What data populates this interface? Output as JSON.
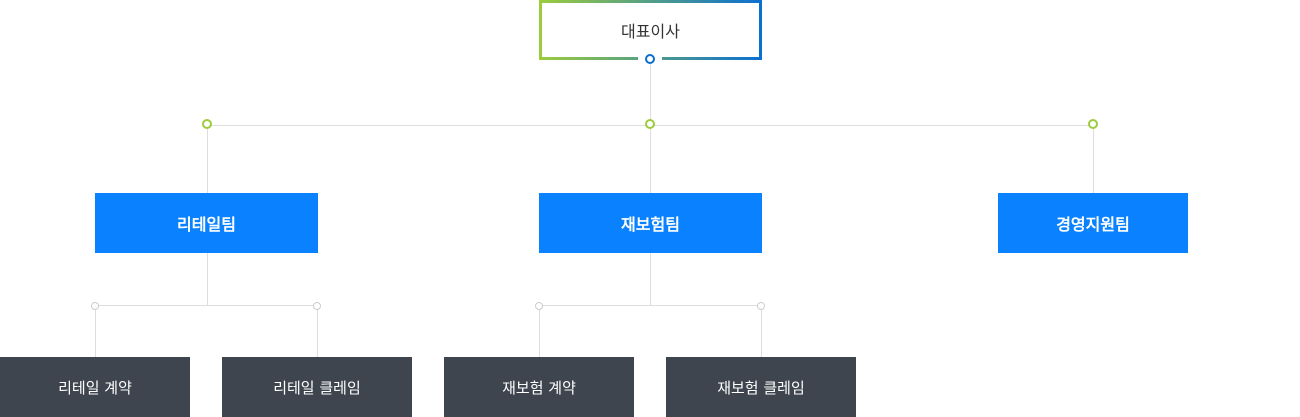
{
  "colors": {
    "ceo_border_start": "#9ccc3c",
    "ceo_border_end": "#0a6fd3",
    "connector_dot": "#9ccc3c",
    "team_box": "#0a82ff",
    "sub_box": "#3e454f",
    "lines": "#dddddd"
  },
  "ceo": {
    "label": "대표이사"
  },
  "teams": [
    {
      "label": "리테일팀"
    },
    {
      "label": "재보험팀"
    },
    {
      "label": "경영지원팀"
    }
  ],
  "subunits": [
    {
      "label": "리테일 계약"
    },
    {
      "label": "리테일 클레임"
    },
    {
      "label": "재보험 계약"
    },
    {
      "label": "재보험 클레임"
    }
  ]
}
